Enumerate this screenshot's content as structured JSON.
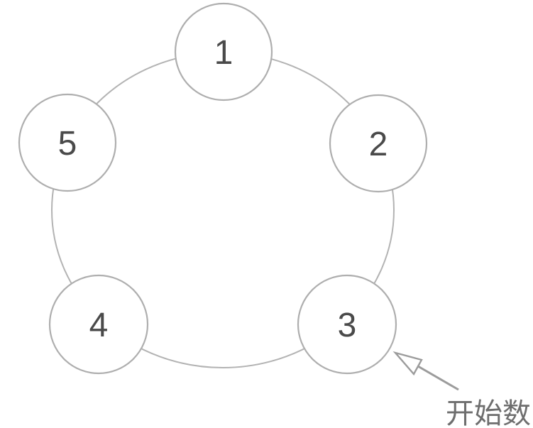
{
  "diagram": {
    "type": "circular-counting-diagram",
    "background": "#ffffff",
    "ring": {
      "stroke_color": "#b3b3b3"
    },
    "node_style": {
      "fill": "#ffffff",
      "stroke_color": "#aeaeae",
      "label_color": "#4a4a4a"
    },
    "nodes": [
      {
        "label": "1"
      },
      {
        "label": "2"
      },
      {
        "label": "3"
      },
      {
        "label": "4"
      },
      {
        "label": "5"
      }
    ],
    "annotation": {
      "label": "开始数",
      "points_to_node": "3",
      "arrow_color": "#9c9c9c",
      "label_color": "#6e6e6e"
    }
  }
}
